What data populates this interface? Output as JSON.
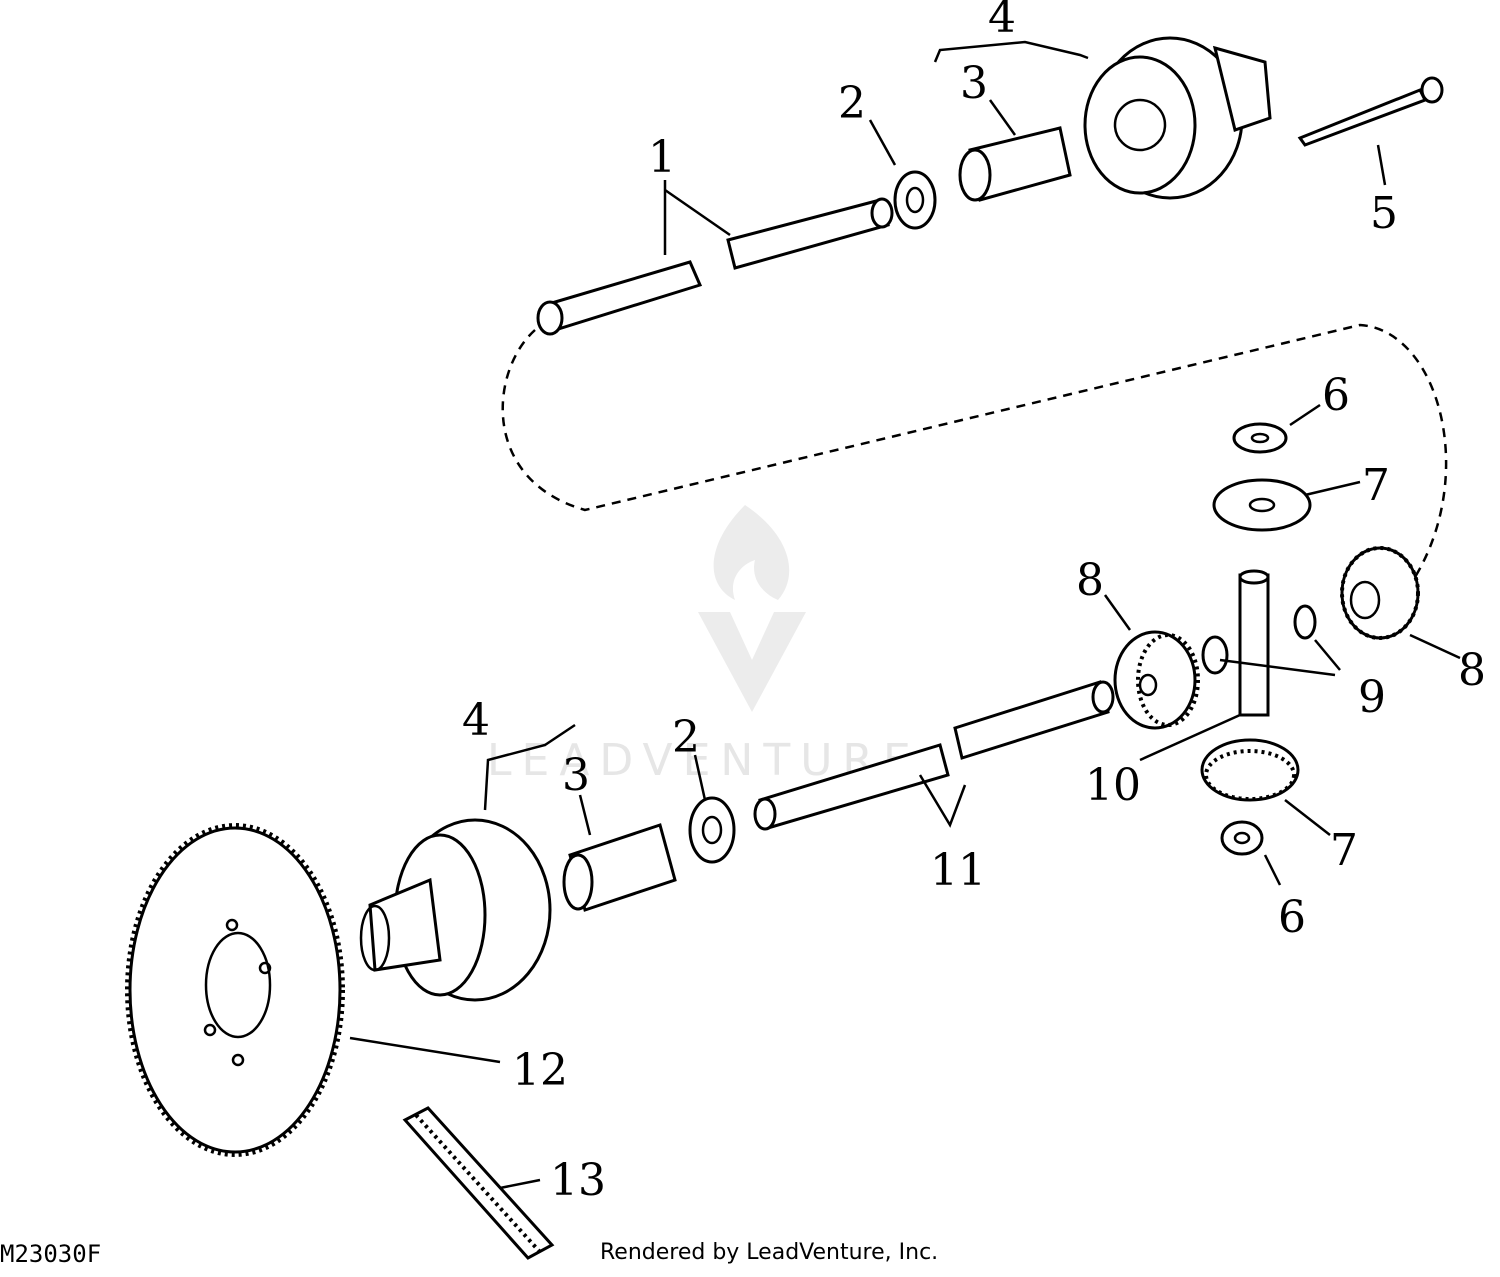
{
  "figure_id": "M23030F",
  "credit": "Rendered by LeadVenture, Inc.",
  "watermark": {
    "text": "LEADVENTURE"
  },
  "callouts": {
    "c1": "1",
    "c2_top": "2",
    "c3_top": "3",
    "c4_top": "4",
    "c5": "5",
    "c6_top": "6",
    "c7_top": "7",
    "c8_left": "8",
    "c8_right": "8",
    "c9": "9",
    "c10": "10",
    "c11": "11",
    "c2_bottom": "2",
    "c3_bottom": "3",
    "c4_bottom": "4",
    "c7_bottom": "7",
    "c6_bottom": "6",
    "c12": "12",
    "c13": "13"
  }
}
